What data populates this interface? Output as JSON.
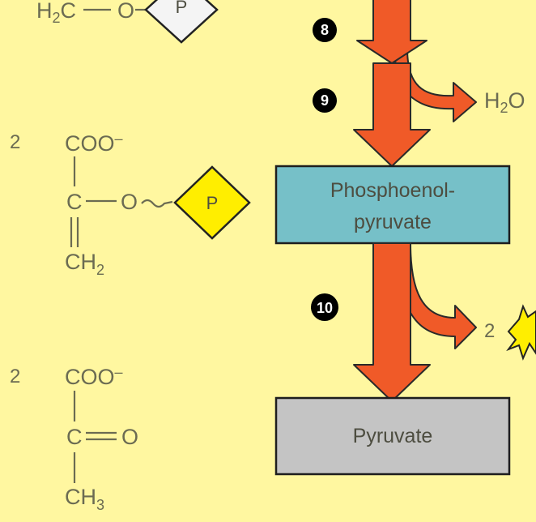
{
  "colors": {
    "background": "#fff7a0",
    "arrow": "#f05a28",
    "pep_box": "#76c0c8",
    "pyruvate_box": "#c4c4c4",
    "phosphate_yellow": "#ffee00",
    "phosphate_white": "#f4f4f4",
    "atp_burst": "#ffee00"
  },
  "top_group": {
    "h2c": "H",
    "h2c_sub": "2",
    "h2c_rest": "C",
    "o": "O",
    "phosphate": "P"
  },
  "pep_structure": {
    "coefficient": "2",
    "coo": "COO",
    "coo_charge": "–",
    "c": "C",
    "o": "O",
    "phosphate": "P",
    "ch2": "CH",
    "ch2_sub": "2"
  },
  "pyruvate_structure": {
    "coefficient": "2",
    "coo": "COO",
    "coo_charge": "–",
    "c": "C",
    "o": "O",
    "ch3": "CH",
    "ch3_sub": "3"
  },
  "steps": {
    "s8": "8",
    "s9": "9",
    "s10": "10"
  },
  "water": {
    "h": "H",
    "sub": "2",
    "o": "O"
  },
  "atp": {
    "coefficient": "2"
  },
  "boxes": {
    "pep_line1": "Phosphoenol-",
    "pep_line2": "pyruvate",
    "pyruvate": "Pyruvate"
  }
}
